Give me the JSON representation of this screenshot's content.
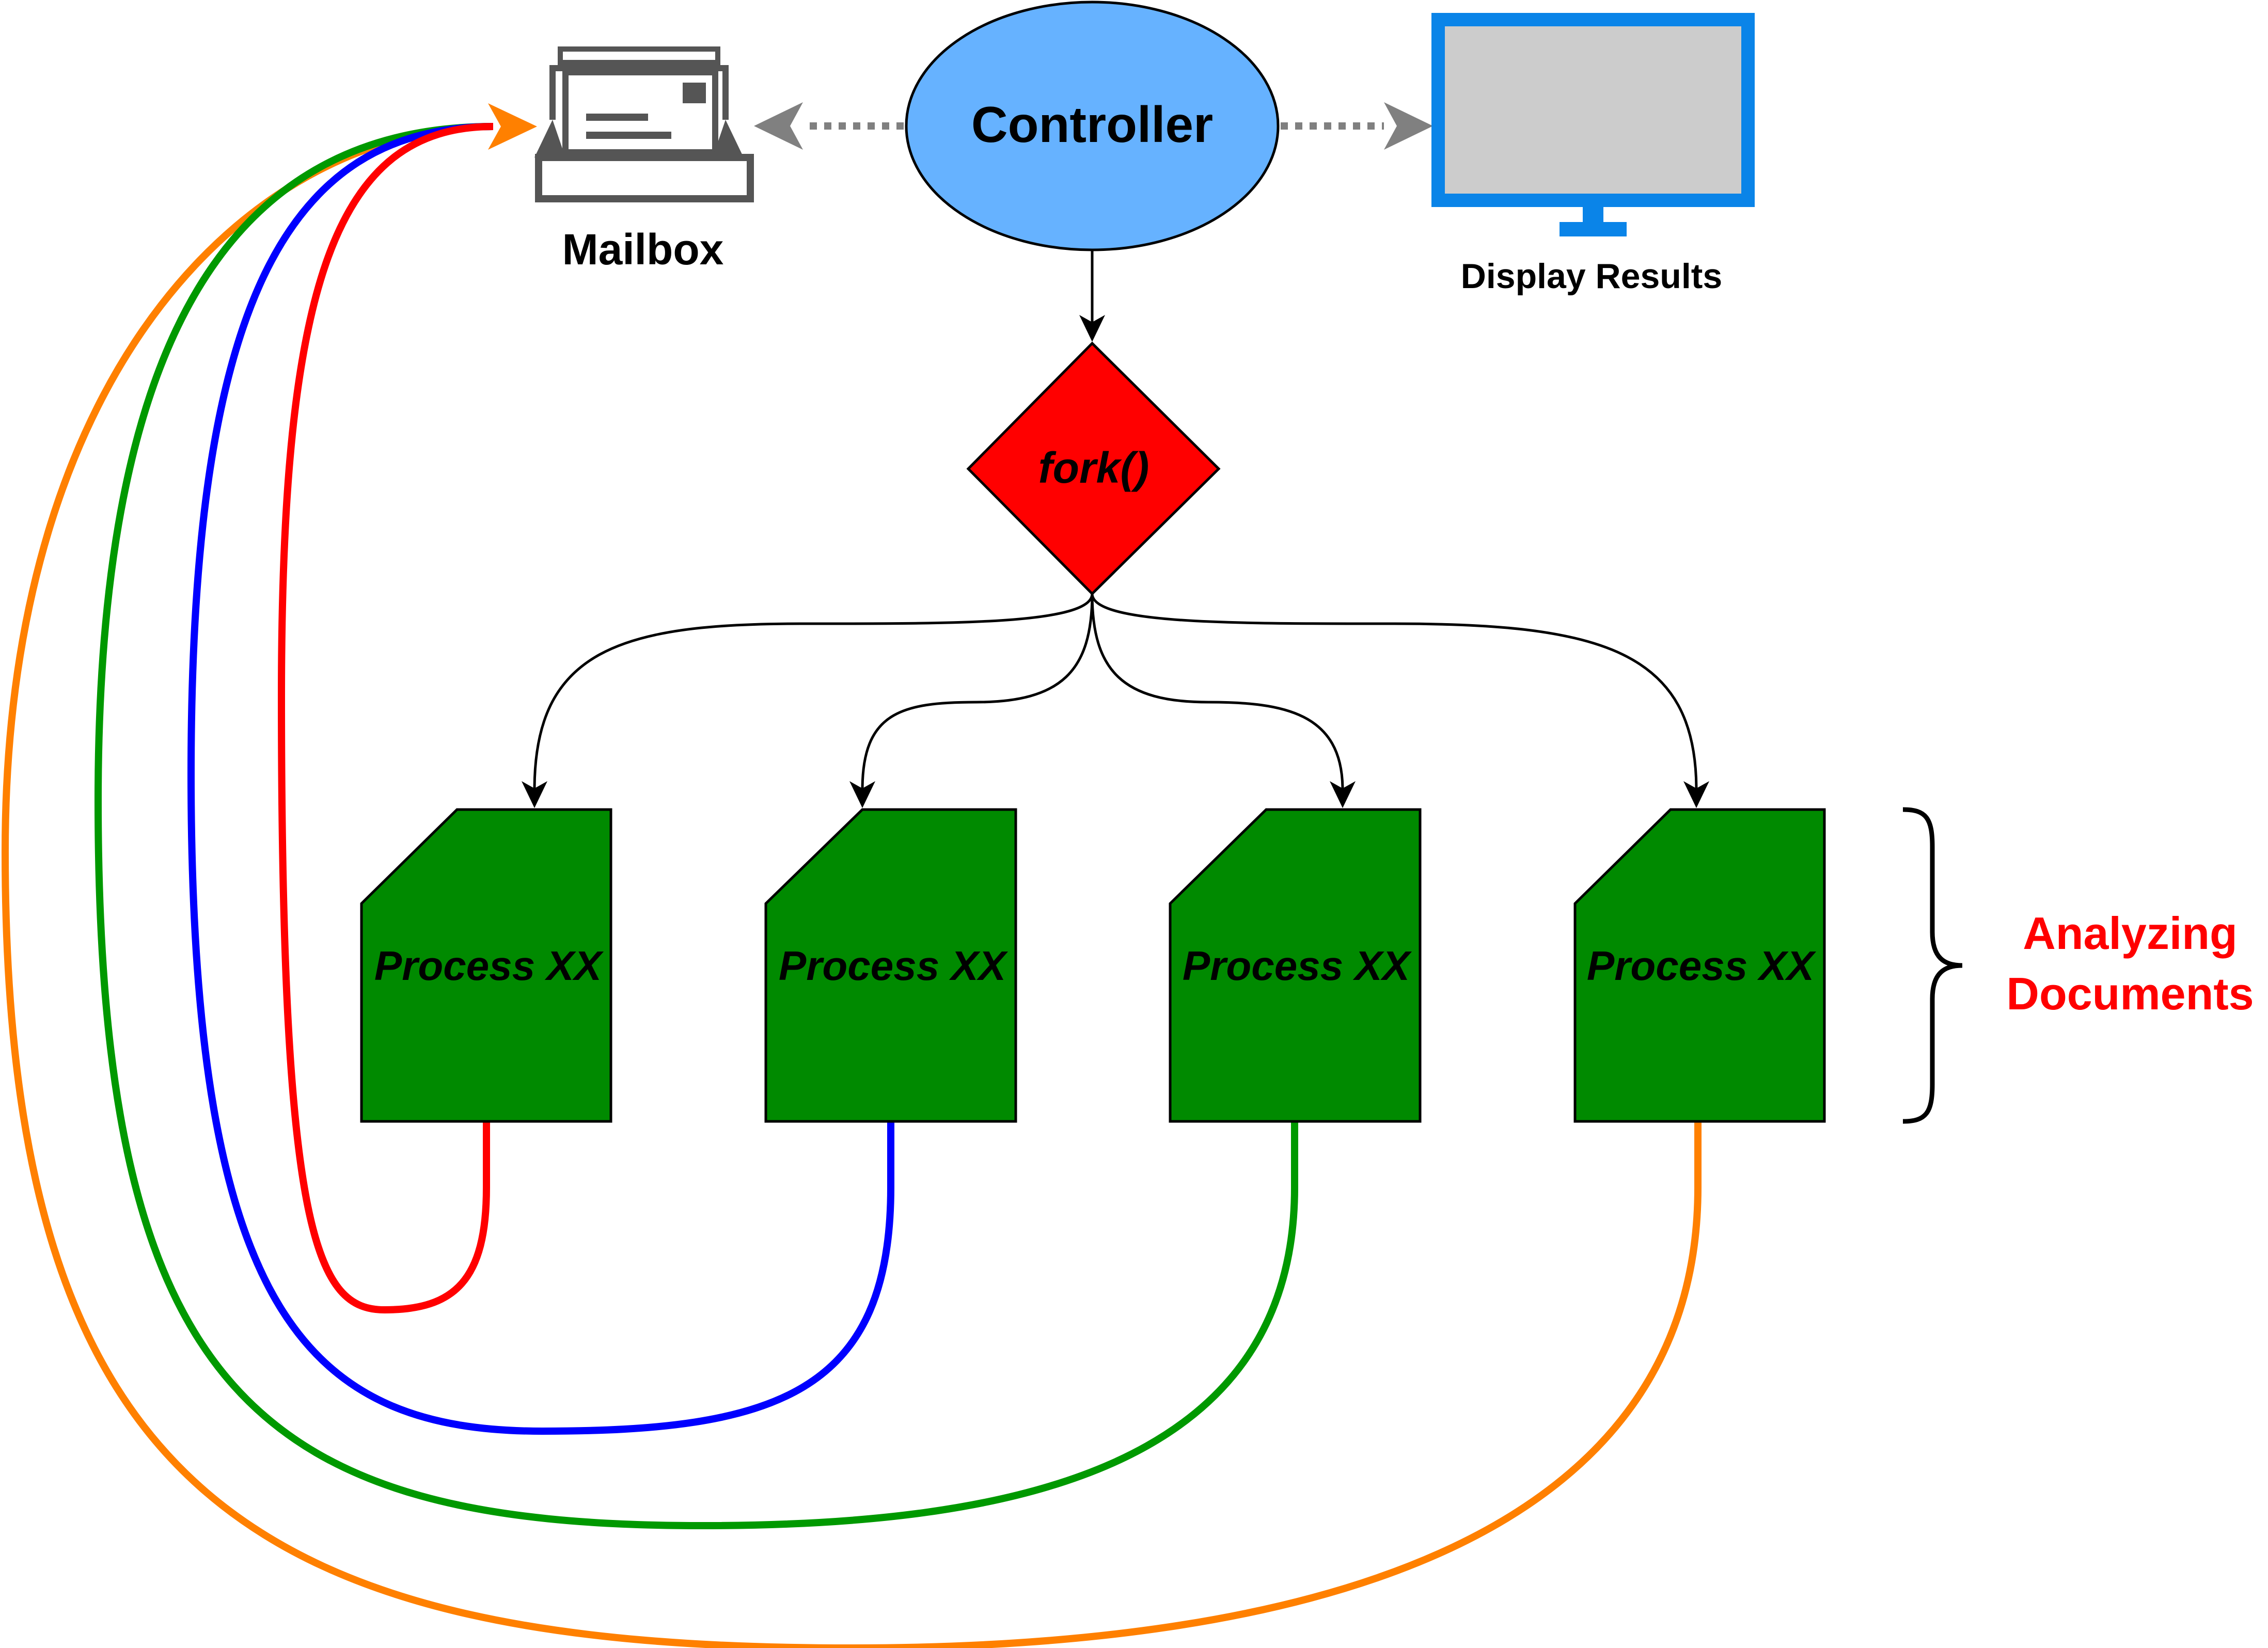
{
  "nodes": {
    "controller": {
      "label": "Controller"
    },
    "mailbox": {
      "label": "Mailbox"
    },
    "display": {
      "label": "Display Results"
    },
    "fork": {
      "label": "fork()"
    },
    "processes": [
      {
        "label": "Process XX",
        "link_color": "#FF0000"
      },
      {
        "label": "Process XX",
        "link_color": "#0000FF"
      },
      {
        "label": "Process XX",
        "link_color": "#009900"
      },
      {
        "label": "Process XX",
        "link_color": "#FF8000"
      }
    ]
  },
  "annotation": {
    "line1": "Analyzing",
    "line2": "Documents"
  },
  "colors": {
    "controller_fill": "#66B2FF",
    "fork_fill": "#FF0000",
    "process_fill": "#008A00",
    "monitor_frame": "#0A84E8",
    "monitor_screen": "#CCCCCC",
    "dotted_arrow": "#808080",
    "annotation_text": "#FF0000"
  },
  "icons": {
    "mailbox": "mailbox-icon",
    "display": "monitor-icon"
  }
}
